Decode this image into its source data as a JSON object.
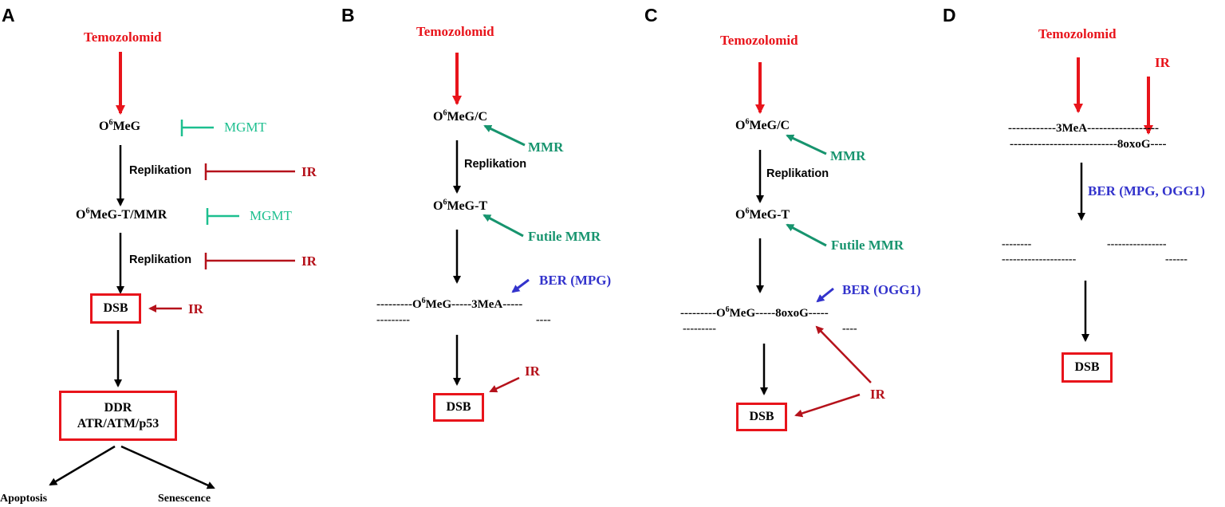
{
  "colors": {
    "drug": "#e8141b",
    "ir": "#b5121b",
    "mgmt": "#1dbf8f",
    "mmr": "#17946e",
    "ber": "#3333cc",
    "black": "#000000"
  },
  "panel_a": {
    "letter": "A",
    "drug": "Temozolomid",
    "o6meg_pre": "O",
    "o6meg_sup": "6",
    "o6meg_post": "MeG",
    "mgmt1": "MGMT",
    "replication1": "Replikation",
    "ir1": "IR",
    "o6megt_pre": "O",
    "o6megt_sup": "6",
    "o6megt_post": "MeG-T/MMR",
    "mgmt2": "MGMT",
    "replication2": "Replikation",
    "ir2": "IR",
    "dsb": "DSB",
    "ir3": "IR",
    "ddr_line1": "DDR",
    "ddr_line2": "ATR/ATM/p53",
    "apoptosis": "Apoptosis",
    "senescence": "Senescence"
  },
  "panel_b": {
    "letter": "B",
    "drug": "Temozolomid",
    "o6megc_pre": "O",
    "o6megc_sup": "6",
    "o6megc_post": "MeG/C",
    "mmr": "MMR",
    "replication": "Replikation",
    "o6megt_pre": "O",
    "o6megt_sup": "6",
    "o6megt_post": "MeG-T",
    "futile": "Futile MMR",
    "ber": "BER (MPG)",
    "strand_pre": "---------O",
    "strand_sup": "6",
    "strand_post": "MeG-----3MeA-----",
    "strand2_left": "---------",
    "strand2_right": "----",
    "ir": "IR",
    "dsb": "DSB"
  },
  "panel_c": {
    "letter": "C",
    "drug": "Temozolomid",
    "o6megc_pre": "O",
    "o6megc_sup": "6",
    "o6megc_post": "MeG/C",
    "mmr": "MMR",
    "replication": "Replikation",
    "o6megt_pre": "O",
    "o6megt_sup": "6",
    "o6megt_post": "MeG-T",
    "futile": "Futile MMR",
    "ber": "BER (OGG1)",
    "strand_pre": "---------O",
    "strand_sup": "6",
    "strand_post": "MeG-----8oxoG-----",
    "strand2_left": "---------",
    "strand2_right": "----",
    "ir": "IR",
    "dsb": "DSB"
  },
  "panel_d": {
    "letter": "D",
    "drug": "Temozolomid",
    "ir": "IR",
    "strand1": "------------3MeA------------------",
    "strand2": "---------------------------8oxoG----",
    "ber": "BER (MPG, OGG1)",
    "gap1_left": "--------",
    "gap1_right": "----------------",
    "gap2_left": "--------------------",
    "gap2_right": "------",
    "dsb": "DSB"
  }
}
